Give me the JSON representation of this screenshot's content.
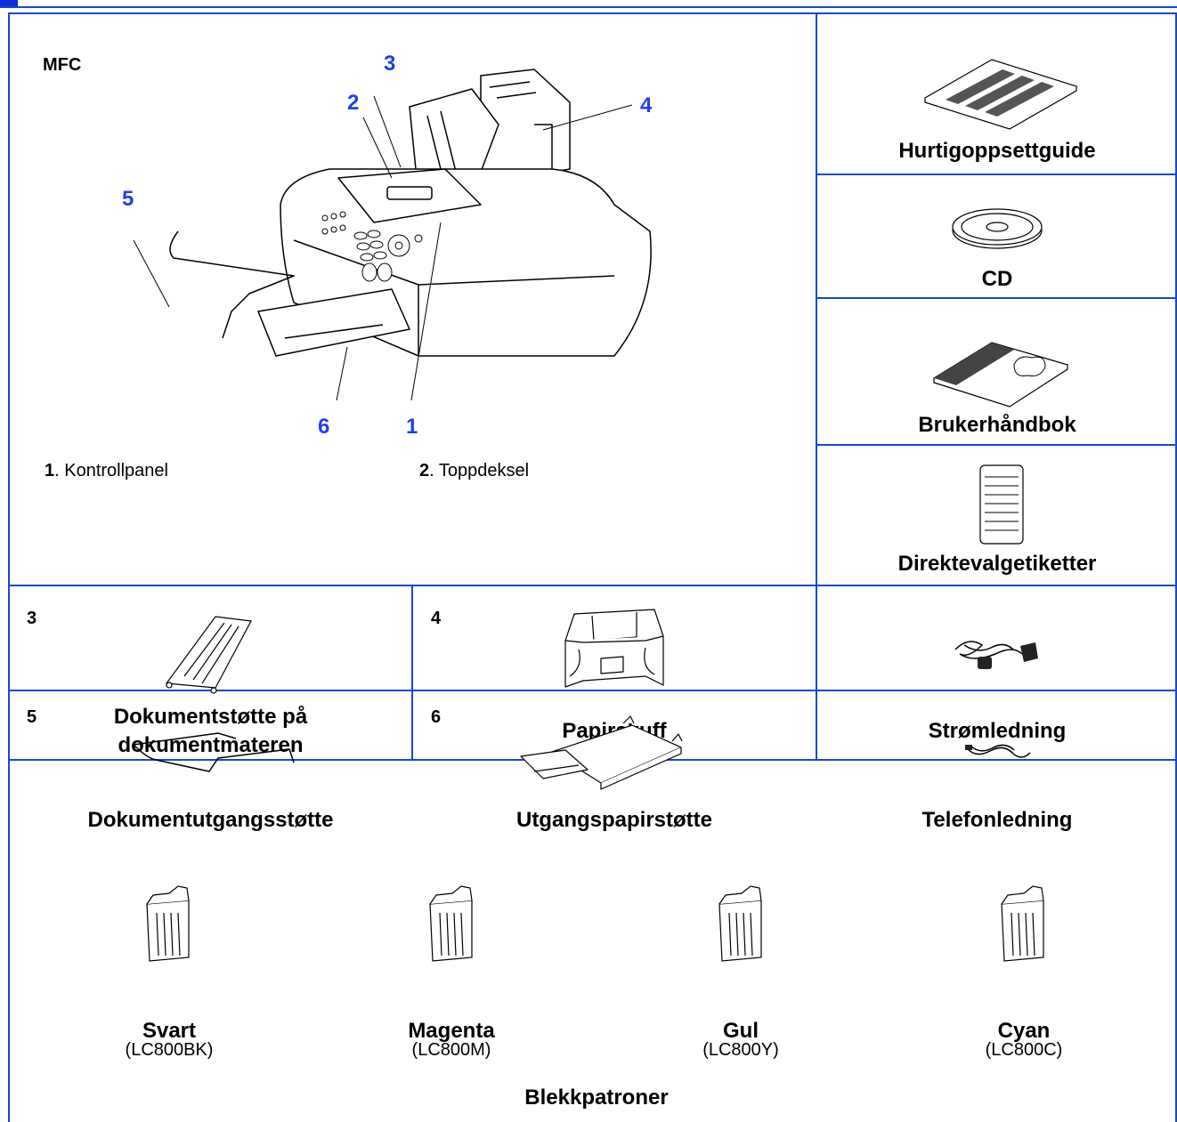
{
  "header": {
    "model_label": "MFC"
  },
  "main_callouts": [
    "1",
    "2",
    "3",
    "4",
    "5",
    "6"
  ],
  "legend": [
    {
      "num": "1",
      "text": ". Kontrollpanel"
    },
    {
      "num": "2",
      "text": ". Toppdeksel"
    }
  ],
  "side_items": [
    {
      "label": "Hurtigoppsettguide",
      "icon": "quick-setup-guide-icon"
    },
    {
      "label": "CD",
      "icon": "cd-icon"
    },
    {
      "label": "Brukerhåndbok",
      "icon": "user-guide-icon"
    },
    {
      "label": "Direktevalgetiketter",
      "icon": "speed-dial-labels-icon"
    }
  ],
  "accessories": [
    {
      "num": "3",
      "label_line1": "Dokumentstøtte på",
      "label_line2": "dokumentmateren",
      "icon": "document-support-icon"
    },
    {
      "num": "4",
      "label": "Papirskuff",
      "icon": "paper-tray-icon"
    },
    {
      "label": "Strømledning",
      "icon": "power-cord-icon"
    },
    {
      "num": "5",
      "label": "Dokumentutgangsstøtte",
      "icon": "document-output-support-icon"
    },
    {
      "num": "6",
      "label": "Utgangspapirstøtte",
      "icon": "output-paper-support-icon"
    },
    {
      "label": "Telefonledning",
      "icon": "telephone-cord-icon"
    }
  ],
  "ink": {
    "title": "Blekkpatroner",
    "cartridges": [
      {
        "name": "Svart",
        "code": "(LC800BK)"
      },
      {
        "name": "Magenta",
        "code": "(LC800M)"
      },
      {
        "name": "Gul",
        "code": "(LC800Y)"
      },
      {
        "name": "Cyan",
        "code": "(LC800C)"
      }
    ]
  },
  "colors": {
    "rule": "#1846d8",
    "callout": "#1e3ff0"
  }
}
